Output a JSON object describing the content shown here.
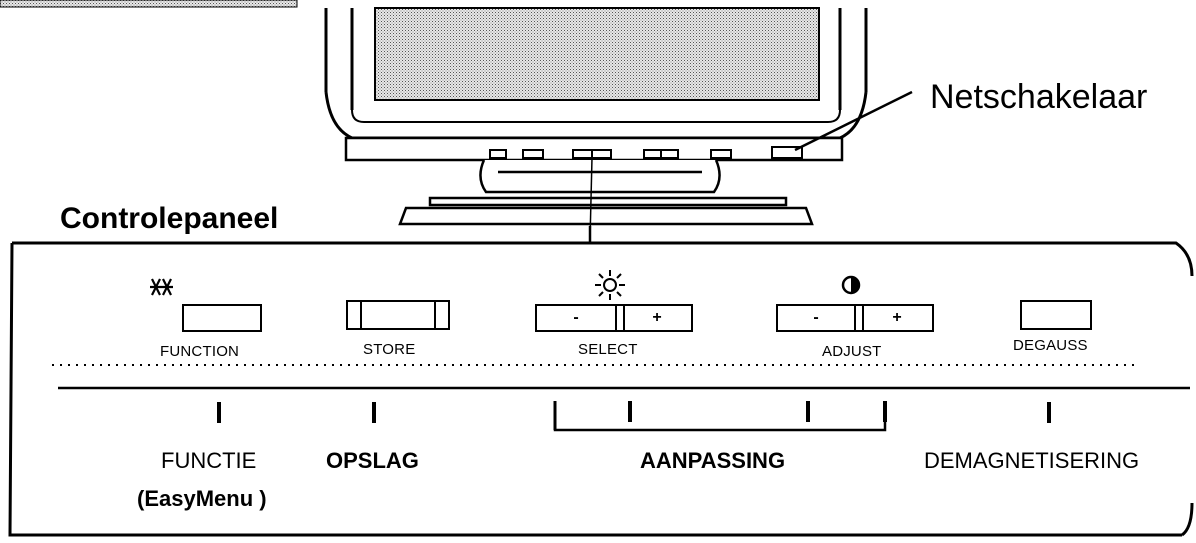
{
  "callouts": {
    "power_switch": "Netschakelaar",
    "control_panel_title": "Controlepaneel"
  },
  "panel_buttons": {
    "function": "FUNCTION",
    "store": "STORE",
    "select": "SELECT",
    "adjust": "ADJUST",
    "degauss": "DEGAUSS",
    "minus": "-",
    "plus": "+"
  },
  "legend": {
    "functie": "FUNCTIE",
    "functie_sub": "(EasyMenu )",
    "opslag": "OPSLAG",
    "aanpassing": "AANPASSING",
    "demagnetisering": "DEMAGNETISERING"
  },
  "icons": {
    "function": "function-icon",
    "brightness": "brightness-sun-icon",
    "contrast": "contrast-half-circle-icon"
  }
}
